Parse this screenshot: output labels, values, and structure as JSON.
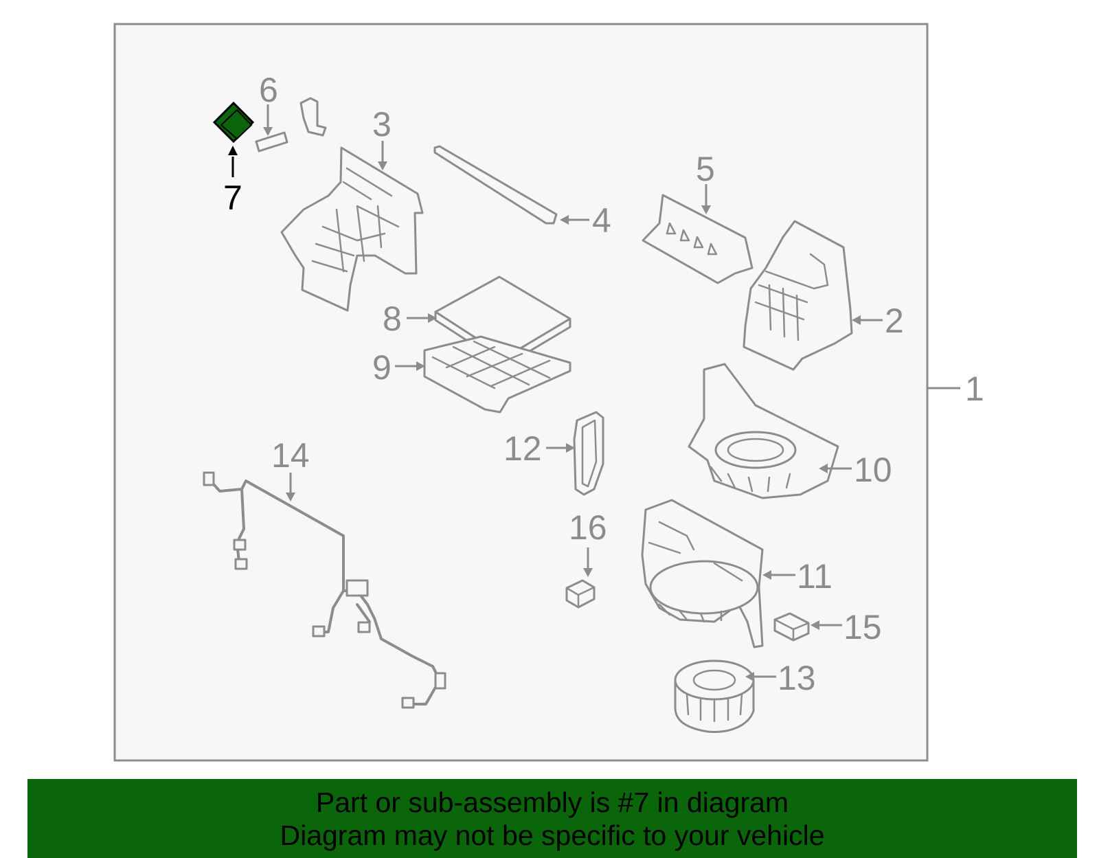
{
  "diagram": {
    "callouts": {
      "c1": "1",
      "c2": "2",
      "c3": "3",
      "c4": "4",
      "c5": "5",
      "c6": "6",
      "c7": "7",
      "c8": "8",
      "c9": "9",
      "c10": "10",
      "c11": "11",
      "c12": "12",
      "c13": "13",
      "c14": "14",
      "c15": "15",
      "c16": "16"
    },
    "highlighted_part": "7",
    "colors": {
      "frame_fill": "#f7f7f7",
      "line": "#8c8c8c",
      "highlight_fill": "#0b650b",
      "highlight_label": "#000000",
      "banner_bg": "#0b650b",
      "banner_text": "#000000"
    }
  },
  "banner": {
    "line1": "Part or sub-assembly is #7 in diagram",
    "line2": "Diagram may not be specific to your vehicle"
  }
}
